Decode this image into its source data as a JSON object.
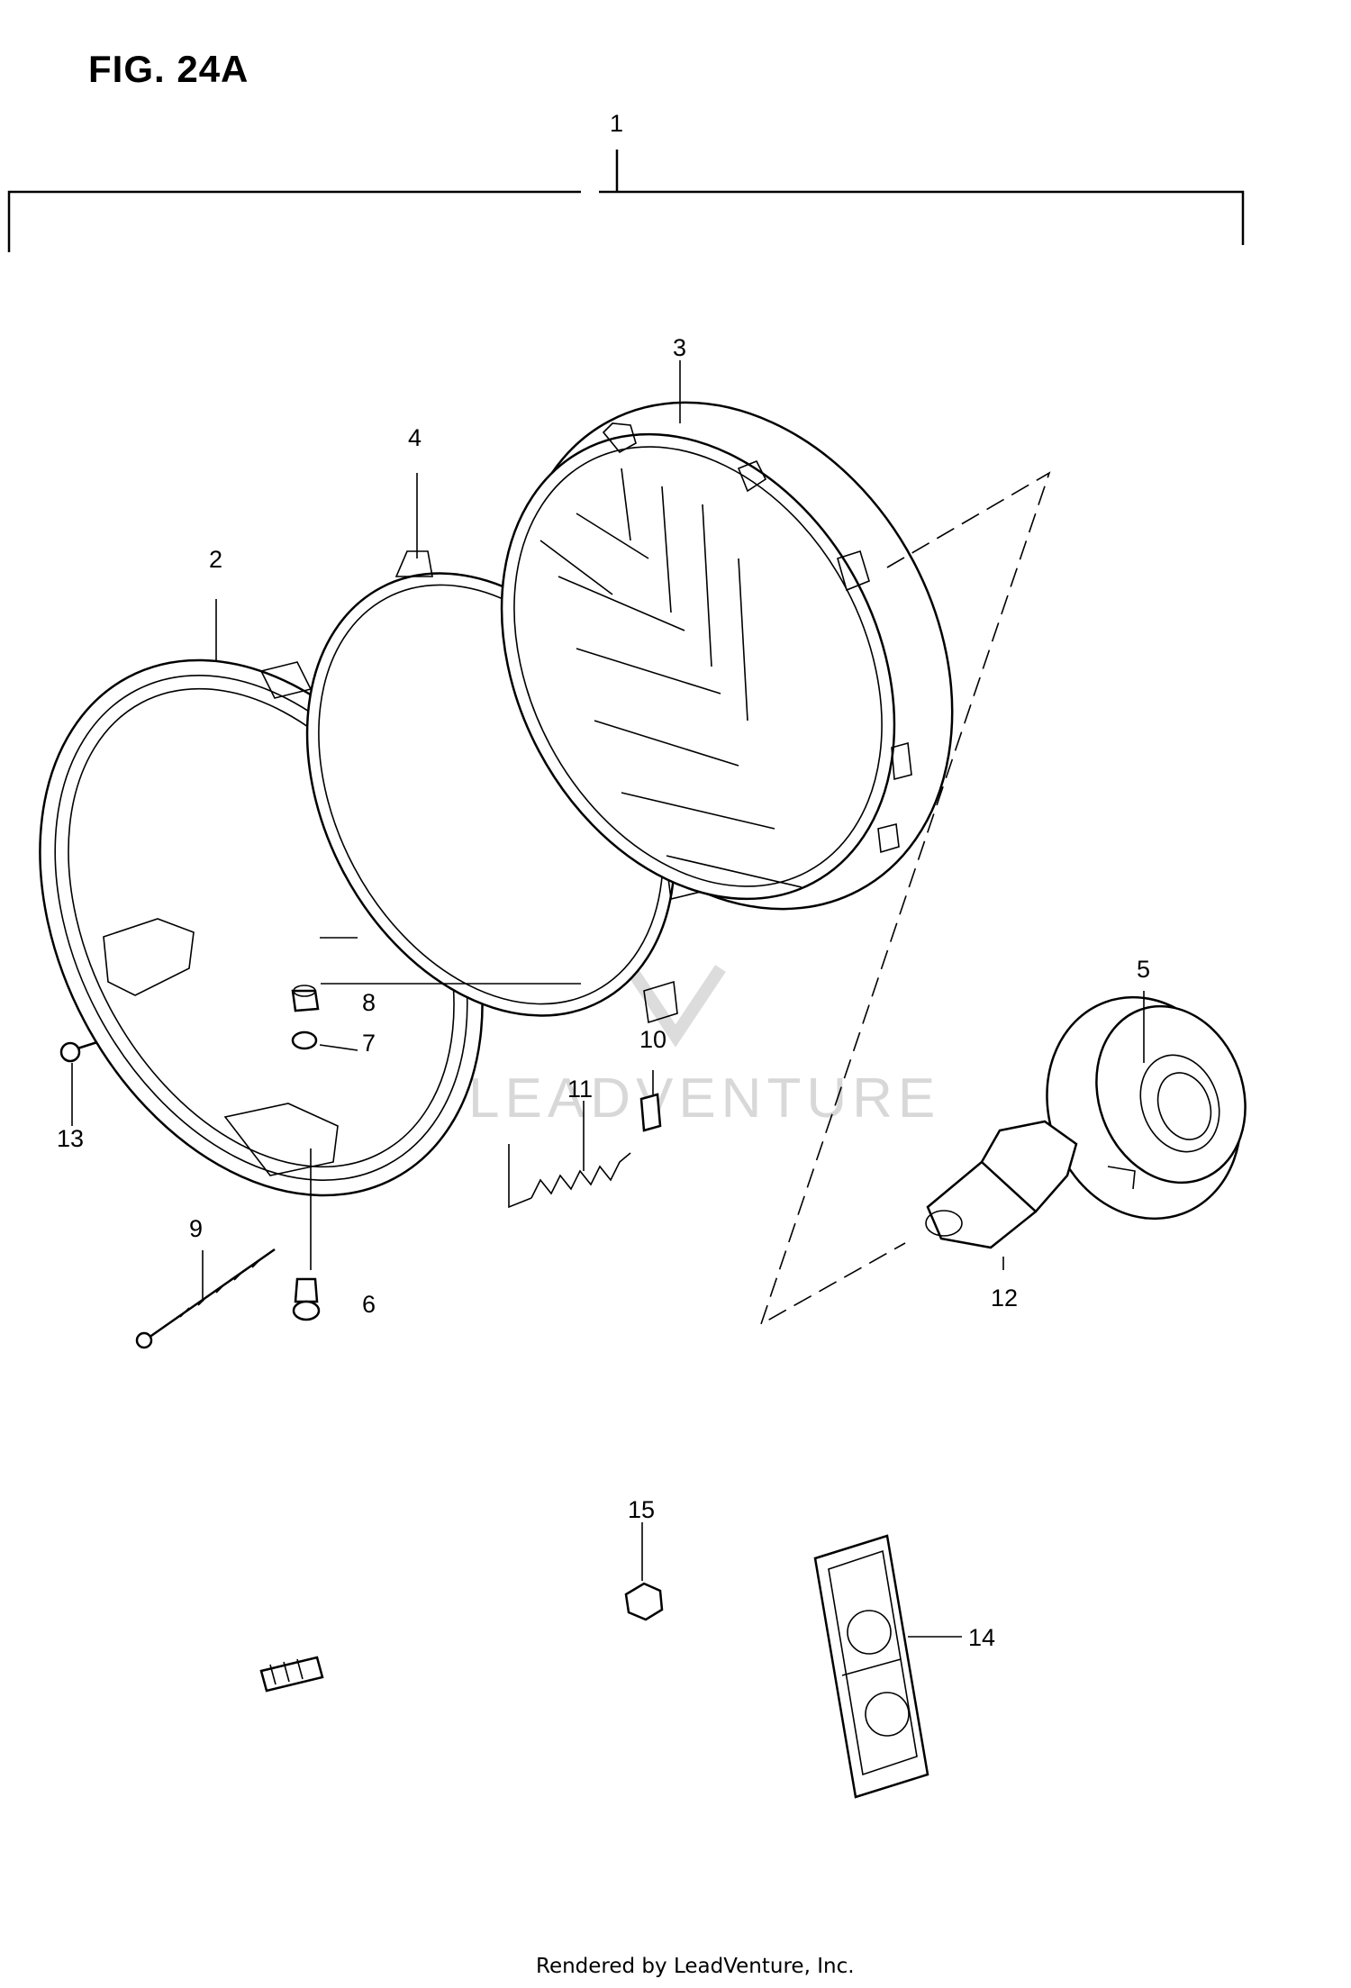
{
  "figure": {
    "title": "FIG. 24A"
  },
  "callouts": [
    "1",
    "2",
    "3",
    "4",
    "5",
    "6",
    "7",
    "8",
    "9",
    "10",
    "11",
    "12",
    "13",
    "14",
    "15"
  ],
  "watermark": "LEADVENTURE",
  "footer": "Rendered by LeadVenture, Inc."
}
